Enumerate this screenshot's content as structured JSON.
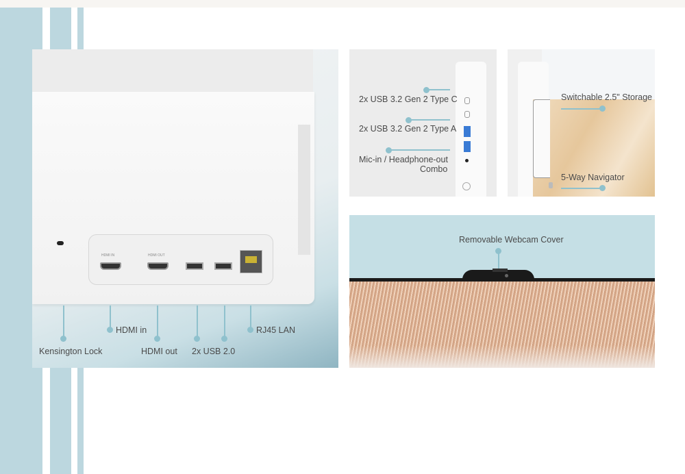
{
  "main_panel": {
    "port_panel_labels": {
      "hdmi_in": "HDMI IN",
      "hdmi_out": "HDMI OUT"
    },
    "callouts": {
      "kensington": "Kensington Lock",
      "hdmi_in": "HDMI in",
      "hdmi_out": "HDMI out",
      "usb2": "2x USB 2.0",
      "rj45": "RJ45 LAN"
    }
  },
  "side_panel": {
    "callouts": {
      "usb_c": "2x USB 3.2 Gen 2 Type C",
      "usb_a": "2x USB 3.2 Gen 2 Type A",
      "audio_line1": "Mic-in / Headphone-out",
      "audio_line2": "Combo"
    }
  },
  "storage_panel": {
    "callouts": {
      "storage": "Switchable 2.5\" Storage",
      "navigator": "5-Way Navigator"
    }
  },
  "webcam_panel": {
    "callouts": {
      "webcam": "Removable Webcam Cover"
    }
  },
  "colors": {
    "accent": "#8fc1cd",
    "stripe": "#bcd7df"
  }
}
